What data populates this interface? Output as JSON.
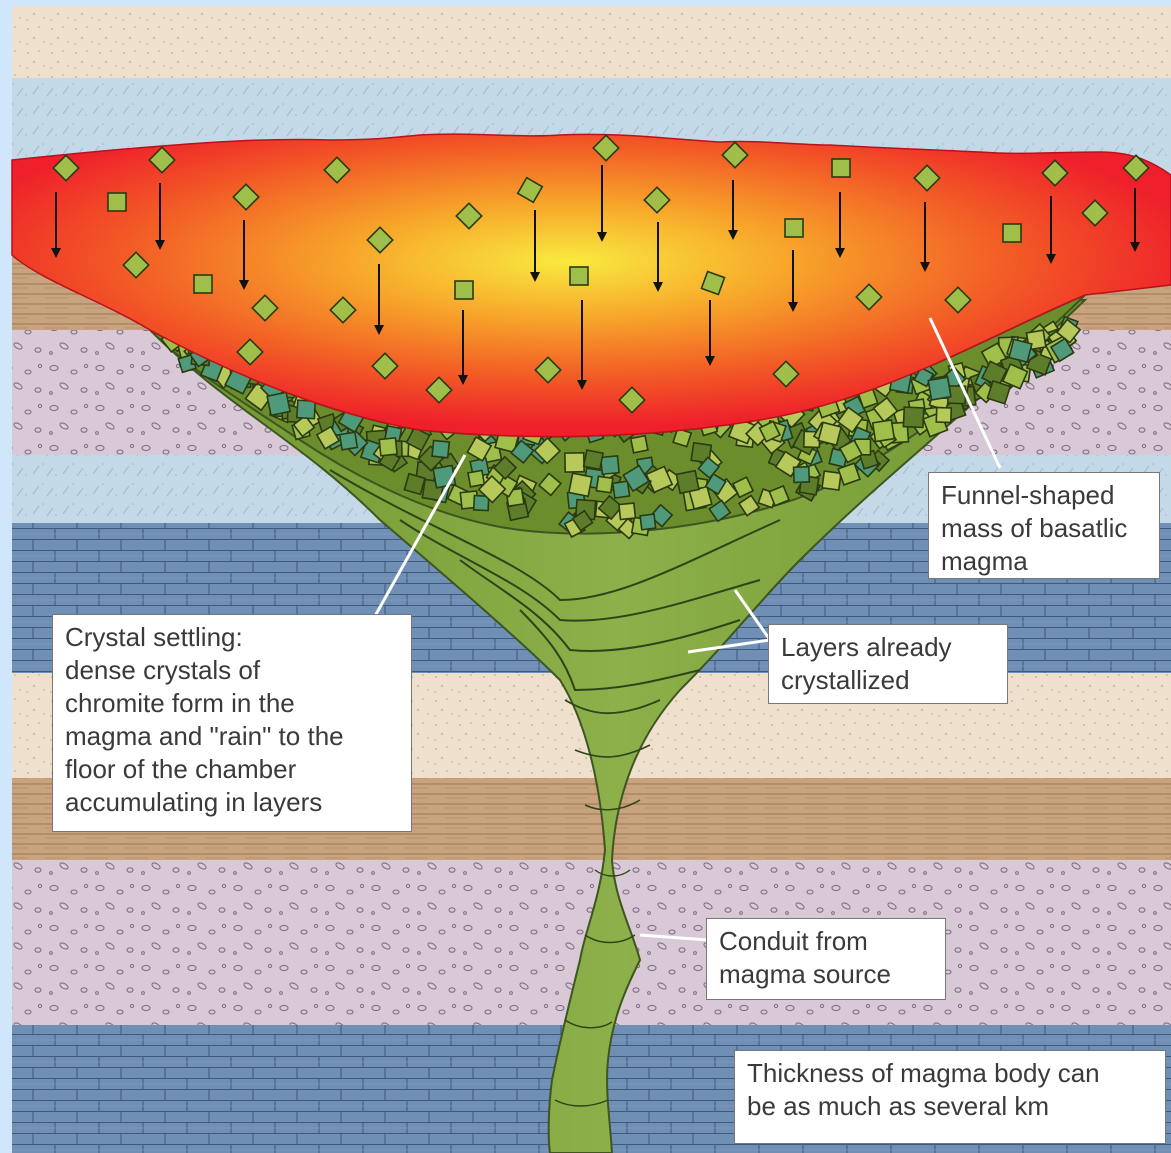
{
  "colors": {
    "frame": "#cfe6fb",
    "sandstone": "#eee0cc",
    "light_blue_layer": "#c4d9e8",
    "brown_layer": "#c9a27e",
    "pink_pebbly_layer": "#d9c9d6",
    "limestone_blue": "#6f8fb4",
    "magma_red": "#ef1f2b",
    "magma_orange": "#f7a52a",
    "magma_yellow": "#f9ea3f",
    "rock_green": "#7ea23a",
    "crystal_light": "#9fbe4a",
    "crystal_dark": "#5e7d2a",
    "crystal_teal": "#4f9a7a"
  },
  "labels": {
    "funnel": "Funnel-shaped\nmass of basatlic\nmagma",
    "crystal_settling": "Crystal settling:\ndense crystals of\nchromite form in the\nmagma and \"rain\" to the\nfloor of the chamber\naccumulating in layers",
    "layers": "Layers already\ncrystallized",
    "conduit": "Conduit from\nmagma source",
    "thickness": "Thickness of magma body can\nbe as much as several km"
  }
}
